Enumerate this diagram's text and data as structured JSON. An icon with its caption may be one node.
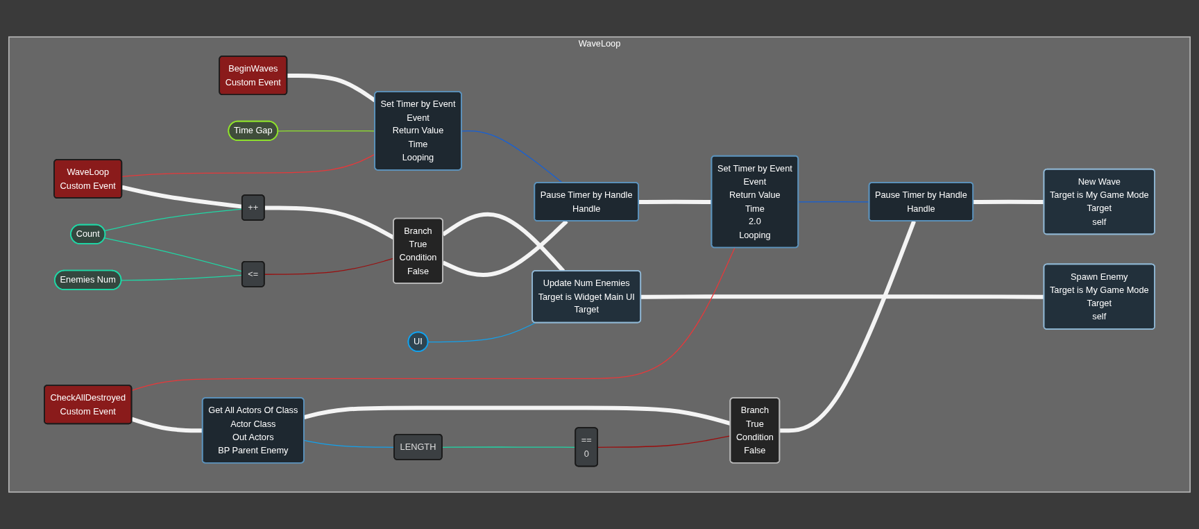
{
  "diagram": {
    "nodes": [
      {
        "text": [
          "WaveLoop"
        ]
      },
      {
        "text": [
          "BeginWaves",
          "Custom Event"
        ],
        "in": 0
      },
      {
        "text": [
          "Set Timer by Event",
          "Event",
          "Return Value",
          "Time",
          "Looping"
        ],
        "in": 0
      },
      {
        "text": [
          "Time Gap"
        ],
        "in": 0
      },
      {
        "text": [
          "WaveLoop",
          "Custom Event"
        ],
        "in": 0
      },
      {
        "text": [
          "++"
        ],
        "in": 0
      },
      {
        "text": [
          "Branch",
          "True",
          "Condition",
          "False"
        ],
        "in": 0
      },
      {
        "text": [
          "Update Num Enemies",
          "Target is Widget Main UI",
          "Target"
        ],
        "in": 0
      },
      {
        "text": [
          "Spawn Enemy",
          "Target is My Game Mode",
          "Target",
          "self"
        ],
        "in": 0
      },
      {
        "text": [
          "Count"
        ],
        "in": 0
      },
      {
        "text": [
          "UI"
        ],
        "in": 0
      },
      {
        "text": [
          "Enemies Num"
        ],
        "in": 0
      },
      {
        "text": [
          "<="
        ],
        "in": 0
      },
      {
        "text": [
          "Pause Timer by Handle",
          "Handle"
        ],
        "in": 0
      },
      {
        "text": [
          "Set Timer by Event",
          "Event",
          "Return Value",
          "Time",
          "2.0",
          "Looping"
        ],
        "in": 0
      },
      {
        "text": [
          "CheckAllDestroyed",
          "Custom Event"
        ],
        "in": 0
      },
      {
        "text": [
          "Get All Actors Of Class",
          "Actor Class",
          "Out Actors",
          "BP Parent Enemy"
        ],
        "in": 0
      },
      {
        "text": [
          "Branch",
          "True",
          "Condition",
          "False"
        ],
        "in": 0
      },
      {
        "text": [
          "Pause Timer by Handle",
          "Handle"
        ],
        "in": 0
      },
      {
        "text": [
          "New Wave",
          "Target is My Game Mode",
          "Target",
          "self"
        ],
        "in": 0
      },
      {
        "text": [
          "LENGTH"
        ],
        "in": 0
      },
      {
        "text": [
          "==",
          "0"
        ],
        "in": 0
      }
    ],
    "edges": [
      {
        "from": 1,
        "to": 2,
        "arrow": "none",
        "style": "thick"
      },
      {
        "from": 3,
        "to": 2,
        "arrow": "none",
        "color": "#8fe32b"
      },
      {
        "from": 4,
        "to": 2,
        "arrow": "none",
        "color": "#e8383a"
      },
      {
        "from": 2,
        "to": 13,
        "arrow": "none",
        "color": "#1560d8"
      },
      {
        "from": 4,
        "to": 5,
        "arrow": "none",
        "style": "thick"
      },
      {
        "from": 9,
        "to": 5,
        "arrow": "none",
        "color": "#1fd8a6"
      },
      {
        "from": 5,
        "to": 6,
        "arrow": "none",
        "style": "thick"
      },
      {
        "from": 12,
        "to": 6,
        "arrow": "none",
        "color": "#9b0d0d"
      },
      {
        "from": 6,
        "to": 7,
        "arrow": "none",
        "style": "thick"
      },
      {
        "from": 7,
        "to": 8,
        "arrow": "none",
        "style": "thick"
      },
      {
        "from": 10,
        "to": 7,
        "arrow": "none",
        "color": "#12a2ee"
      },
      {
        "from": 9,
        "to": 12,
        "arrow": "none",
        "color": "#1fd8a6"
      },
      {
        "from": 11,
        "to": 12,
        "arrow": "none",
        "color": "#1fd8a6"
      },
      {
        "from": 6,
        "to": 13,
        "arrow": "none",
        "style": "thick"
      },
      {
        "from": 13,
        "to": 14,
        "arrow": "none",
        "style": "thick"
      },
      {
        "from": 15,
        "to": 14,
        "arrow": "none",
        "color": "#e8383a"
      },
      {
        "from": 14,
        "to": 18,
        "arrow": "none",
        "color": "#1560d8"
      },
      {
        "from": 15,
        "to": 16,
        "arrow": "none",
        "style": "thick"
      },
      {
        "from": 16,
        "to": 17,
        "arrow": "none",
        "style": "thick"
      },
      {
        "from": 17,
        "to": 18,
        "arrow": "none",
        "style": "thick"
      },
      {
        "from": 18,
        "to": 19,
        "arrow": "none",
        "style": "thick"
      },
      {
        "from": 16,
        "to": 20,
        "arrow": "none",
        "color": "#12a2ee"
      },
      {
        "from": 20,
        "to": 21,
        "arrow": "none",
        "color": "#1fd8a6"
      },
      {
        "from": 21,
        "to": 17,
        "arrow": "none",
        "color": "#9b0d0d"
      }
    ]
  }
}
